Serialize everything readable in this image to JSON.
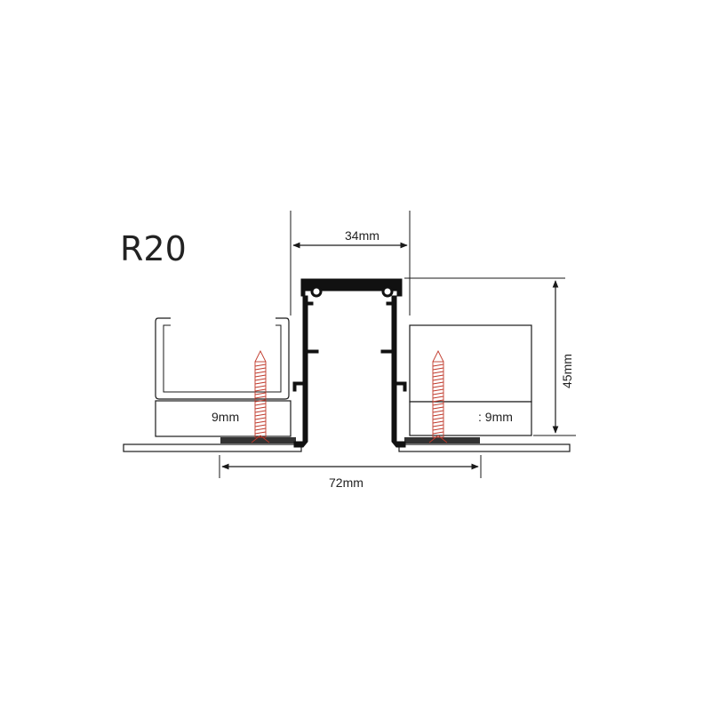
{
  "title": "R20",
  "dimensions": {
    "width_top": "34mm",
    "width_bottom": "72mm",
    "height": "45mm",
    "board_left": "9mm",
    "board_right": ": 9mm"
  },
  "colors": {
    "line": "#1a1a1a",
    "profile": "#111111",
    "screw": "#c0392b"
  }
}
